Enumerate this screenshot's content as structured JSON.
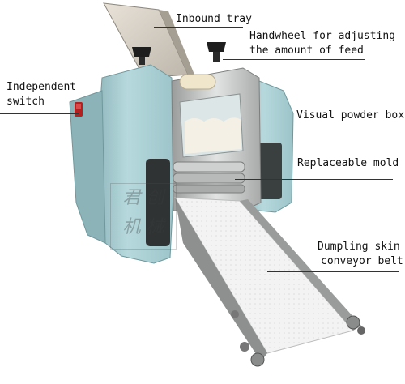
{
  "annotations": {
    "inbound_tray": "Inbound tray",
    "handwheel_line1": "Handwheel for adjusting",
    "handwheel_line2": "the amount of feed",
    "switch_line1": "Independent",
    "switch_line2": "switch",
    "powder_box": "Visual powder box",
    "mold": "Replaceable mold",
    "belt_line1": "Dumpling skin",
    "belt_line2": "conveyor belt"
  },
  "watermark": {
    "line1": "君 创",
    "line2": "机 械"
  },
  "colors": {
    "body_blue": "#a9cfd4",
    "body_shadow": "#7fa9ae",
    "metal": "#c7c9c9",
    "belt": "#f2f2f2",
    "knob": "#1e1e1e"
  }
}
